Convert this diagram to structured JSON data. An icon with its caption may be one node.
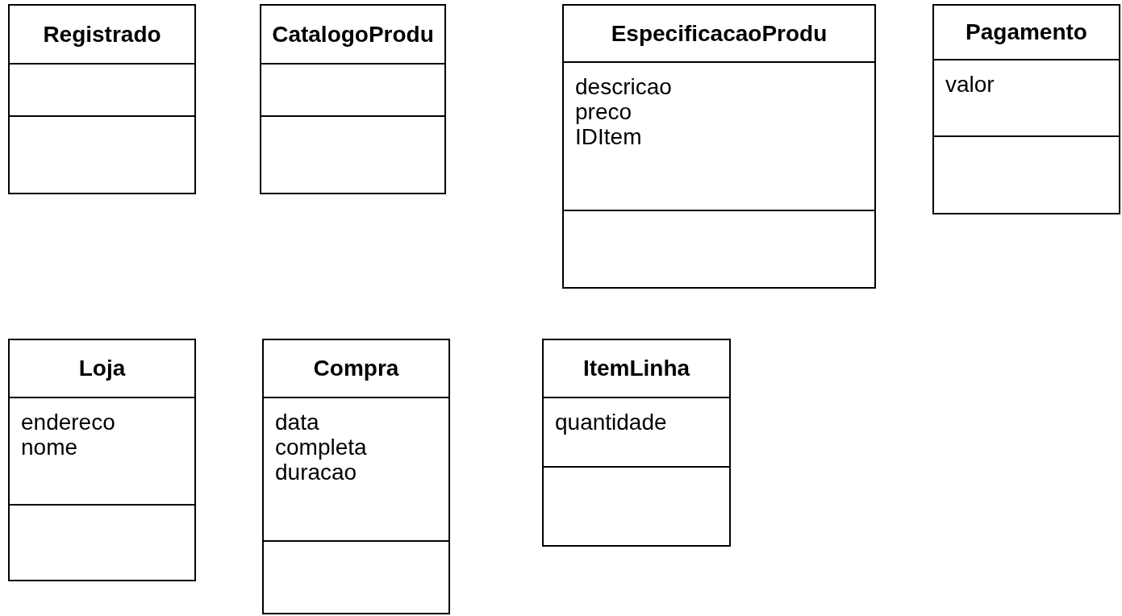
{
  "diagram": {
    "nodes": [
      {
        "text": [
          "Registrado"
        ]
      },
      {
        "text": [
          "CatalogoProdu"
        ]
      },
      {
        "text": [
          "EspecificacaoProdu",
          "descricao",
          "preco",
          "IDItem"
        ]
      },
      {
        "text": [
          "Pagamento",
          "valor"
        ]
      },
      {
        "text": [
          "Loja",
          "endereco",
          "nome"
        ]
      },
      {
        "text": [
          "Compra",
          "data",
          "completa",
          "duracao"
        ]
      },
      {
        "text": [
          "ItemLinha",
          "quantidade"
        ]
      }
    ]
  }
}
